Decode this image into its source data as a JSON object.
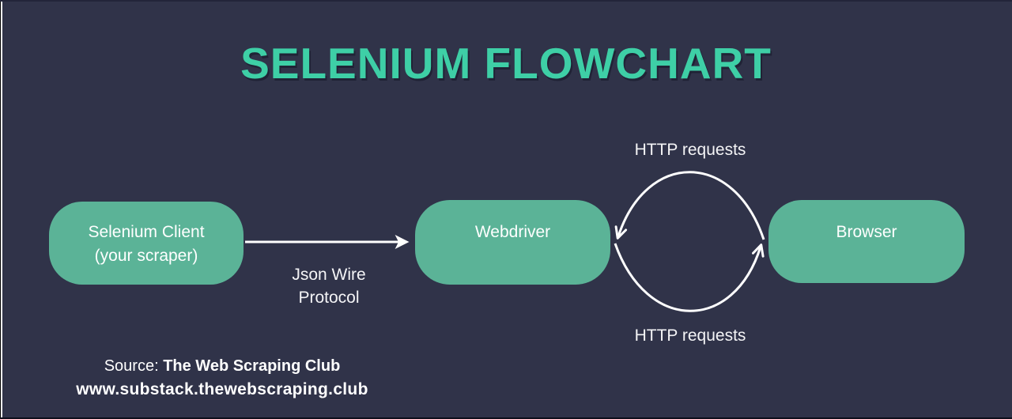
{
  "header": {
    "title": "SELENIUM FLOWCHART"
  },
  "colors": {
    "background": "#303349",
    "node_fill": "#5bb397",
    "title_text": "#3ecfa6",
    "body_text": "#ffffff",
    "arrow": "#ffffff"
  },
  "nodes": [
    {
      "id": "selenium-client",
      "lines": [
        "Selenium Client",
        "(your scraper)"
      ]
    },
    {
      "id": "webdriver",
      "lines": [
        "Webdriver"
      ]
    },
    {
      "id": "browser",
      "lines": [
        "Browser"
      ]
    }
  ],
  "edge_labels": {
    "json_wire_line1": "Json Wire",
    "json_wire_line2": "Protocol",
    "http_top": "HTTP requests",
    "http_bottom": "HTTP requests"
  },
  "footer": {
    "source_prefix": "Source: ",
    "source_name": "The Web Scraping Club",
    "source_url": "www.substack.thewebscraping.club"
  }
}
